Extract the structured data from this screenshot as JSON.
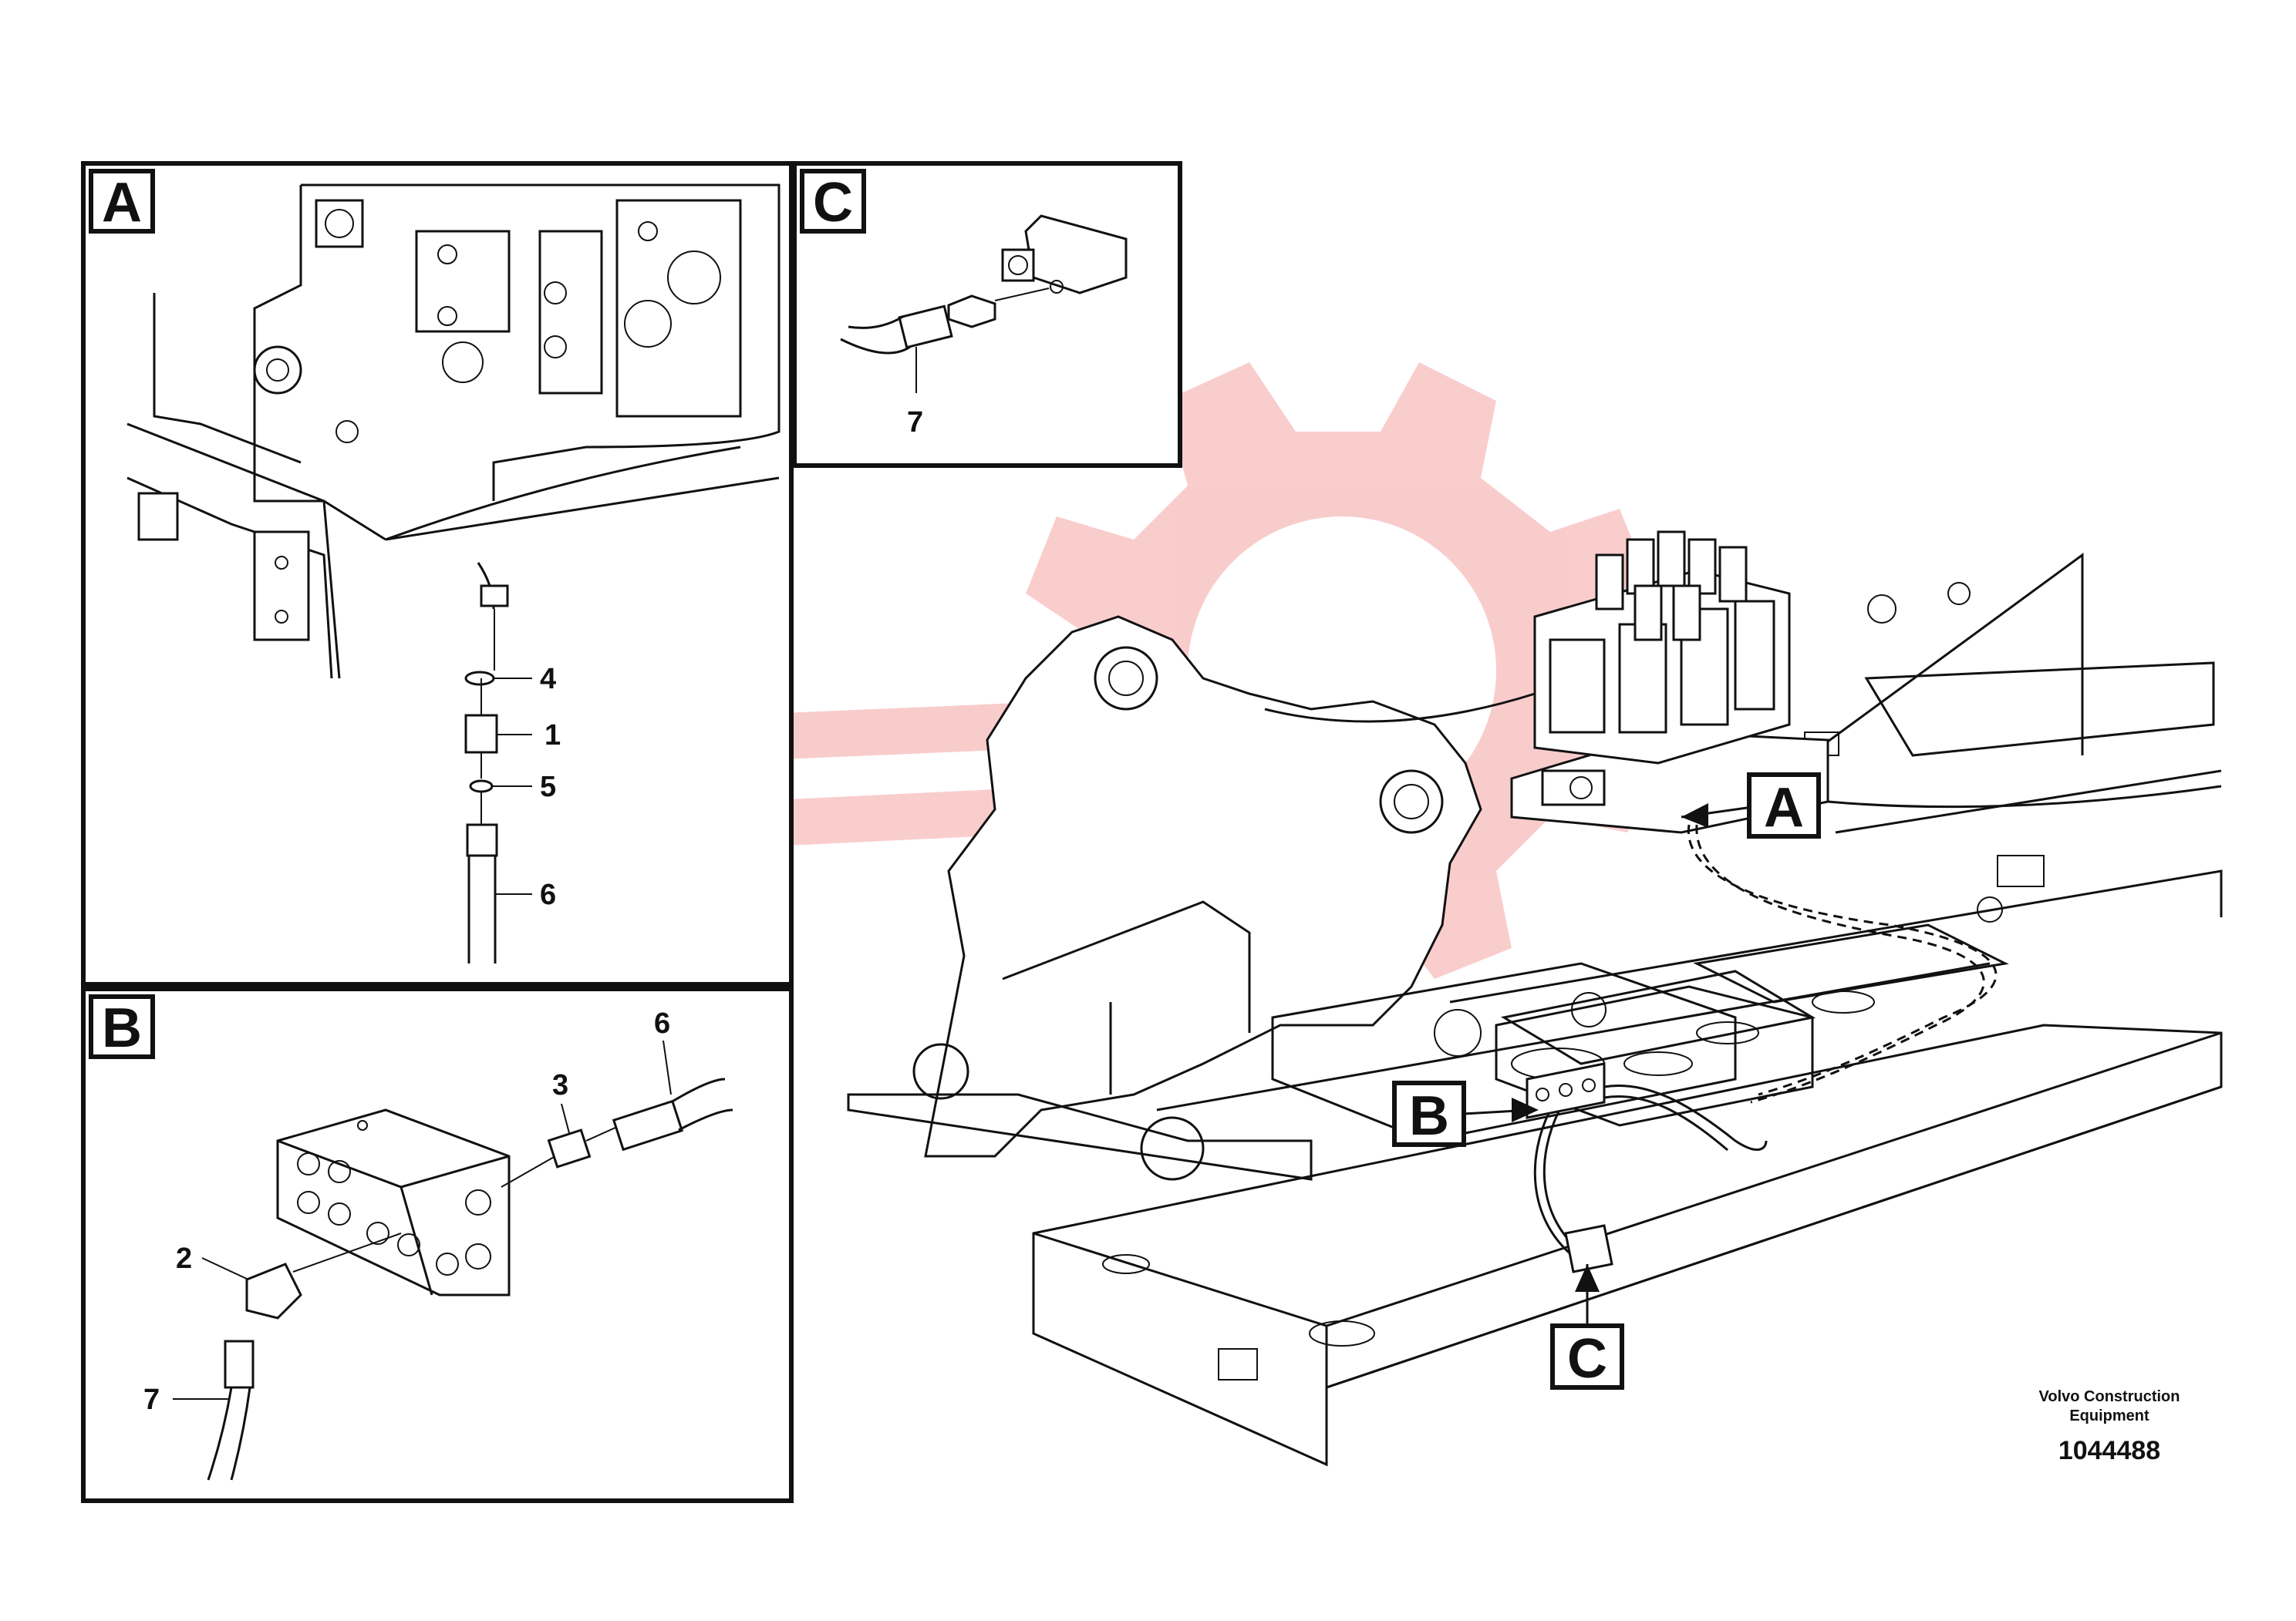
{
  "callouts": {
    "A": "A",
    "B": "B",
    "C": "C"
  },
  "panel_A": {
    "label": "A",
    "parts": [
      "4",
      "1",
      "5",
      "6"
    ]
  },
  "panel_B": {
    "label": "B",
    "parts": [
      "6",
      "3",
      "2",
      "7"
    ]
  },
  "panel_C": {
    "label": "C",
    "parts": [
      "7"
    ]
  },
  "caption": {
    "line1": "Volvo Construction",
    "line2": "Equipment",
    "number": "1044488"
  },
  "colors": {
    "ink": "#111111",
    "watermark": "#f2a9a9"
  }
}
